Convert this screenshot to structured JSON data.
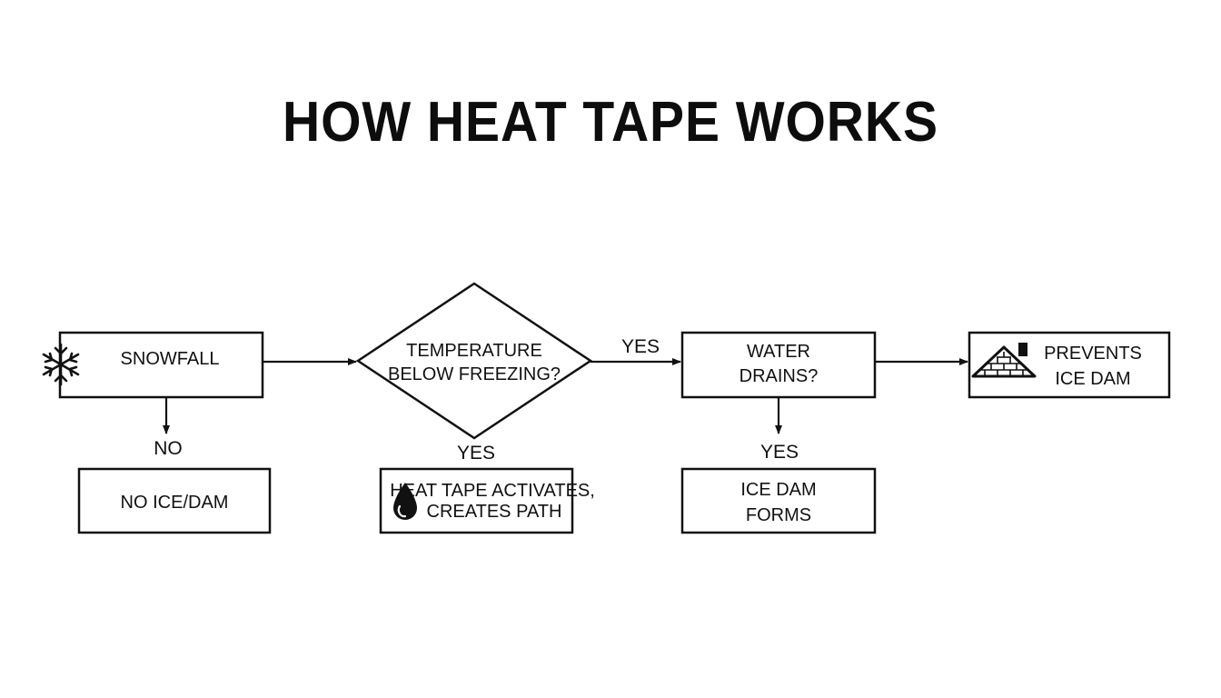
{
  "title": "HOW HEAT TAPE WORKS",
  "nodes": {
    "snowfall": {
      "label": "SNOWFALL",
      "icon": "snowflake-icon"
    },
    "temperature": {
      "lines": [
        "TEMPERATURE",
        "BELOW FREEZING?"
      ]
    },
    "water_drains": {
      "lines": [
        "WATER",
        "DRAINS?"
      ]
    },
    "prevents": {
      "lines": [
        "PREVENTS",
        "ICE DAM"
      ],
      "icon": "roof-icon"
    },
    "no_ice": {
      "label": "NO ICE/DAM"
    },
    "heat_tape": {
      "lines": [
        "HEAT TAPE ACTIVATES,",
        "CREATES PATH"
      ],
      "icon": "water-drop-icon"
    },
    "ice_dam_forms": {
      "lines": [
        "ICE DAM",
        "FORMS"
      ]
    }
  },
  "edge_labels": {
    "snowfall_to_no_ice": "NO",
    "temperature_to_water": "YES",
    "temperature_to_heat_tape": "YES",
    "water_to_ice_dam": "YES"
  }
}
